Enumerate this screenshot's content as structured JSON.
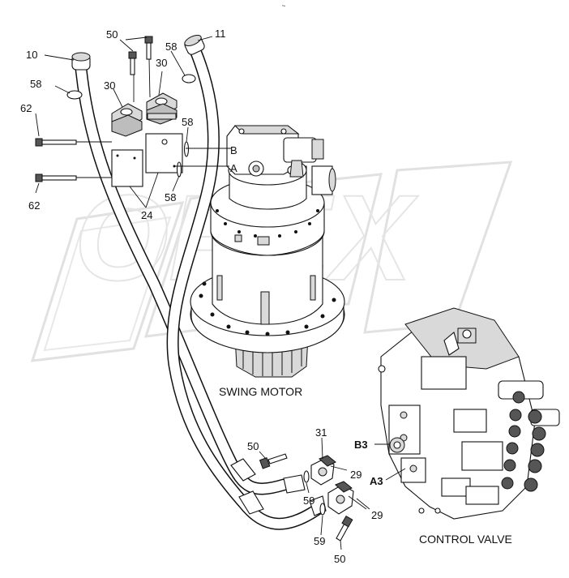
{
  "watermark": "OPEX",
  "header_mark": "~",
  "callouts": {
    "c10": "10",
    "c11": "11",
    "c50_top": "50",
    "c58_top_left": "58",
    "c58_top_right": "58",
    "c30_left": "30",
    "c30_right": "30",
    "c62_top": "62",
    "c62_bottom": "62",
    "c58_mid_upper": "58",
    "c58_mid_lower": "58",
    "c24": "24",
    "port_b": "B",
    "port_a": "A",
    "c50_mid": "50",
    "c31": "31",
    "c29_upper": "29",
    "c29_lower": "29",
    "c59_upper": "59",
    "c59_lower": "59",
    "c50_bottom": "50",
    "b3": "B3",
    "a3": "A3"
  },
  "captions": {
    "swing_motor": "SWING MOTOR",
    "control_valve": "CONTROL VALVE"
  }
}
